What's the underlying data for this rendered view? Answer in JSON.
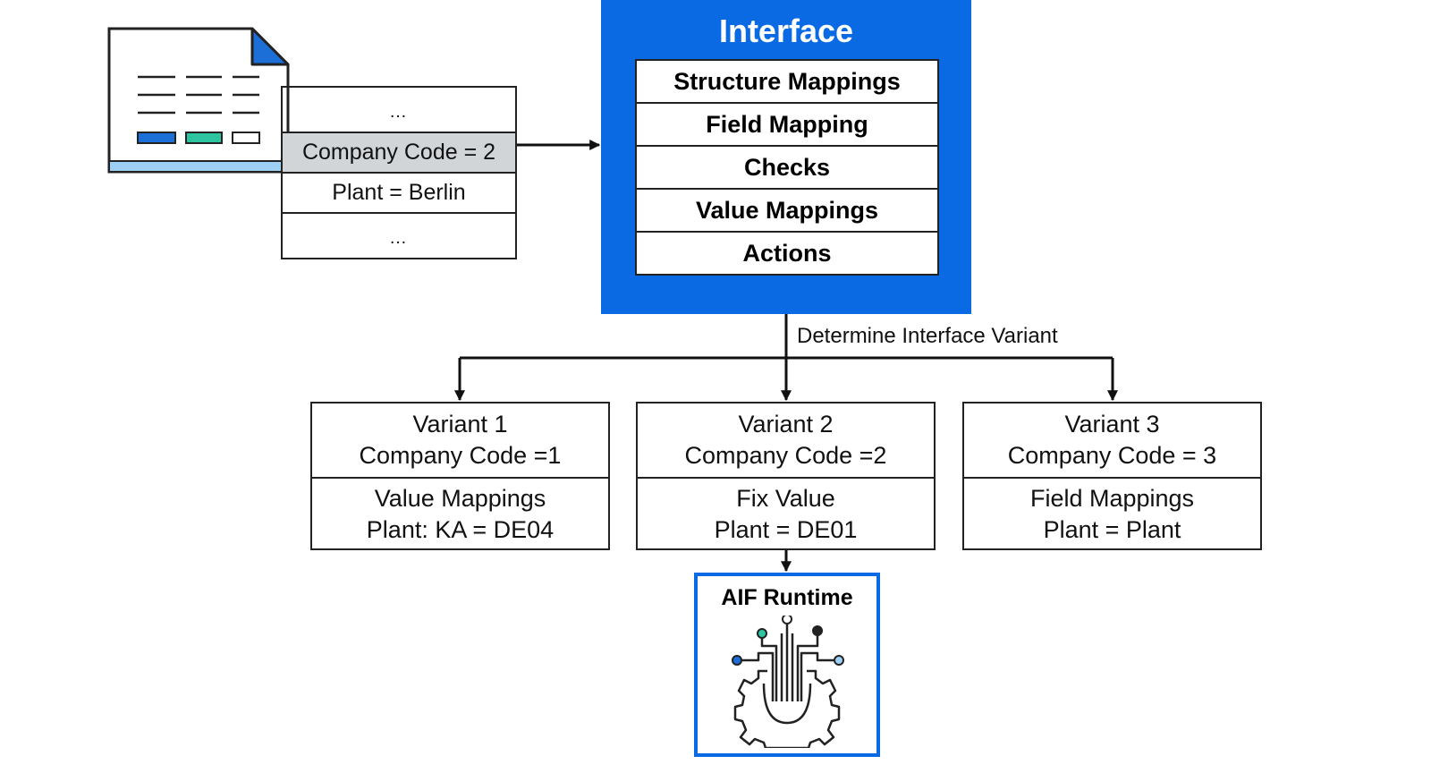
{
  "table": {
    "rows": [
      "…",
      "Company Code = 2",
      "Plant = Berlin",
      "…"
    ]
  },
  "interface": {
    "title": "Interface",
    "items": [
      "Structure Mappings",
      "Field Mapping",
      "Checks",
      "Value Mappings",
      "Actions"
    ]
  },
  "determine_label": "Determine Interface Variant",
  "variants": [
    {
      "name": "Variant 1",
      "condition": "Company Code =1",
      "rule_type": "Value Mappings",
      "rule": "Plant: KA = DE04"
    },
    {
      "name": "Variant 2",
      "condition": "Company Code =2",
      "rule_type": "Fix Value",
      "rule": "Plant = DE01"
    },
    {
      "name": "Variant 3",
      "condition": "Company Code = 3",
      "rule_type": "Field Mappings",
      "rule": "Plant = Plant"
    }
  ],
  "runtime": {
    "title": "AIF Runtime"
  },
  "colors": {
    "accent_blue": "#0a6ae4",
    "highlight_row": "#d2d5d8",
    "doc_blue": "#1b6fd6",
    "doc_teal": "#2ec4a0",
    "doc_footer": "#9ed0f5"
  },
  "icons": {
    "document": "document-icon",
    "runtime": "gear-circuit-icon"
  }
}
